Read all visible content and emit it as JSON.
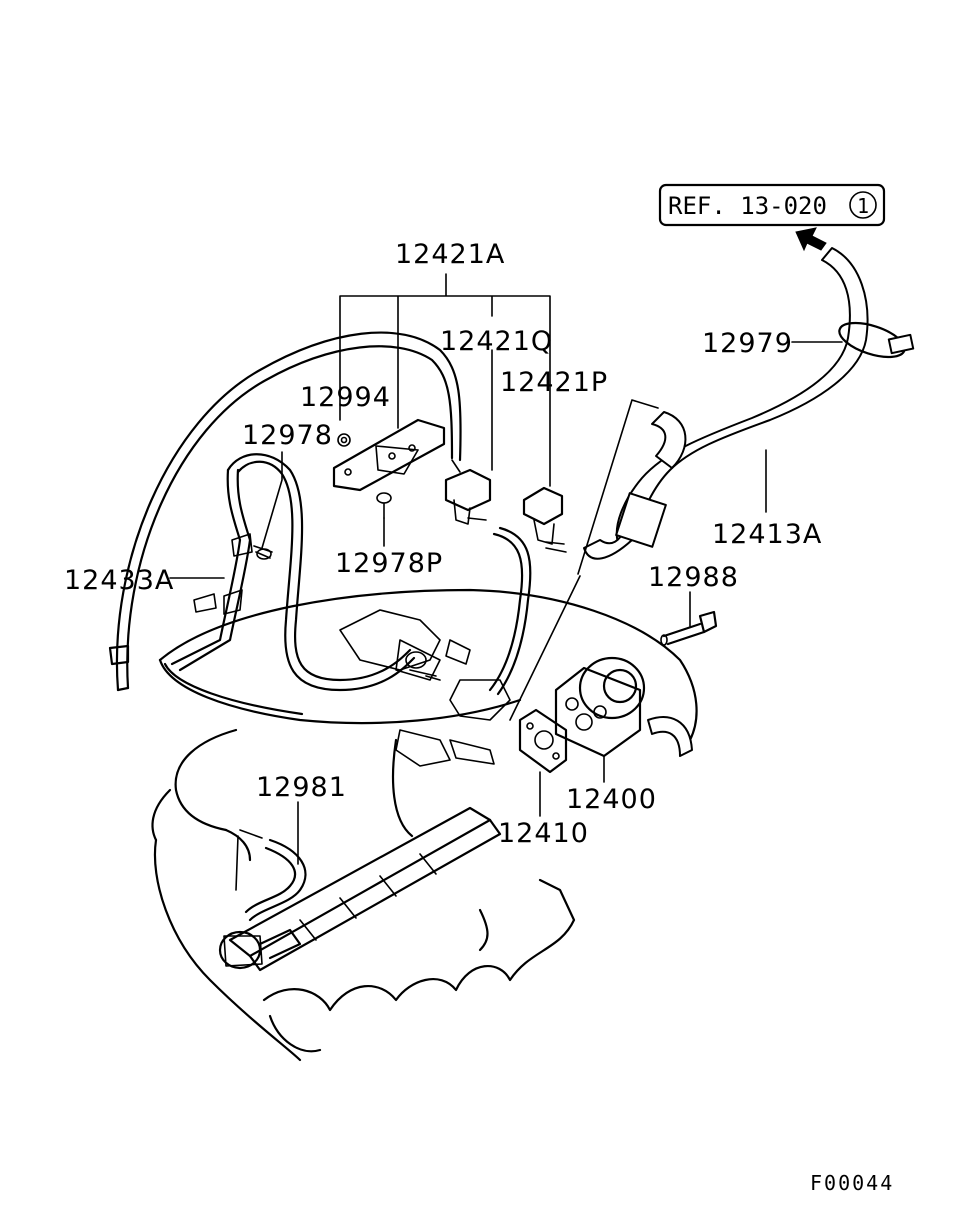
{
  "diagram": {
    "reference_box": {
      "text": "REF. 13-020",
      "circled_number": "1"
    },
    "figure_code": "F00044",
    "part_labels": {
      "p12421A": "12421A",
      "p12421Q": "12421Q",
      "p12421P": "12421P",
      "p12994": "12994",
      "p12978": "12978",
      "p12978P": "12978P",
      "p12433A": "12433A",
      "p12979": "12979",
      "p12413A": "12413A",
      "p12988": "12988",
      "p12400": "12400",
      "p12410": "12410",
      "p12981": "12981"
    }
  }
}
